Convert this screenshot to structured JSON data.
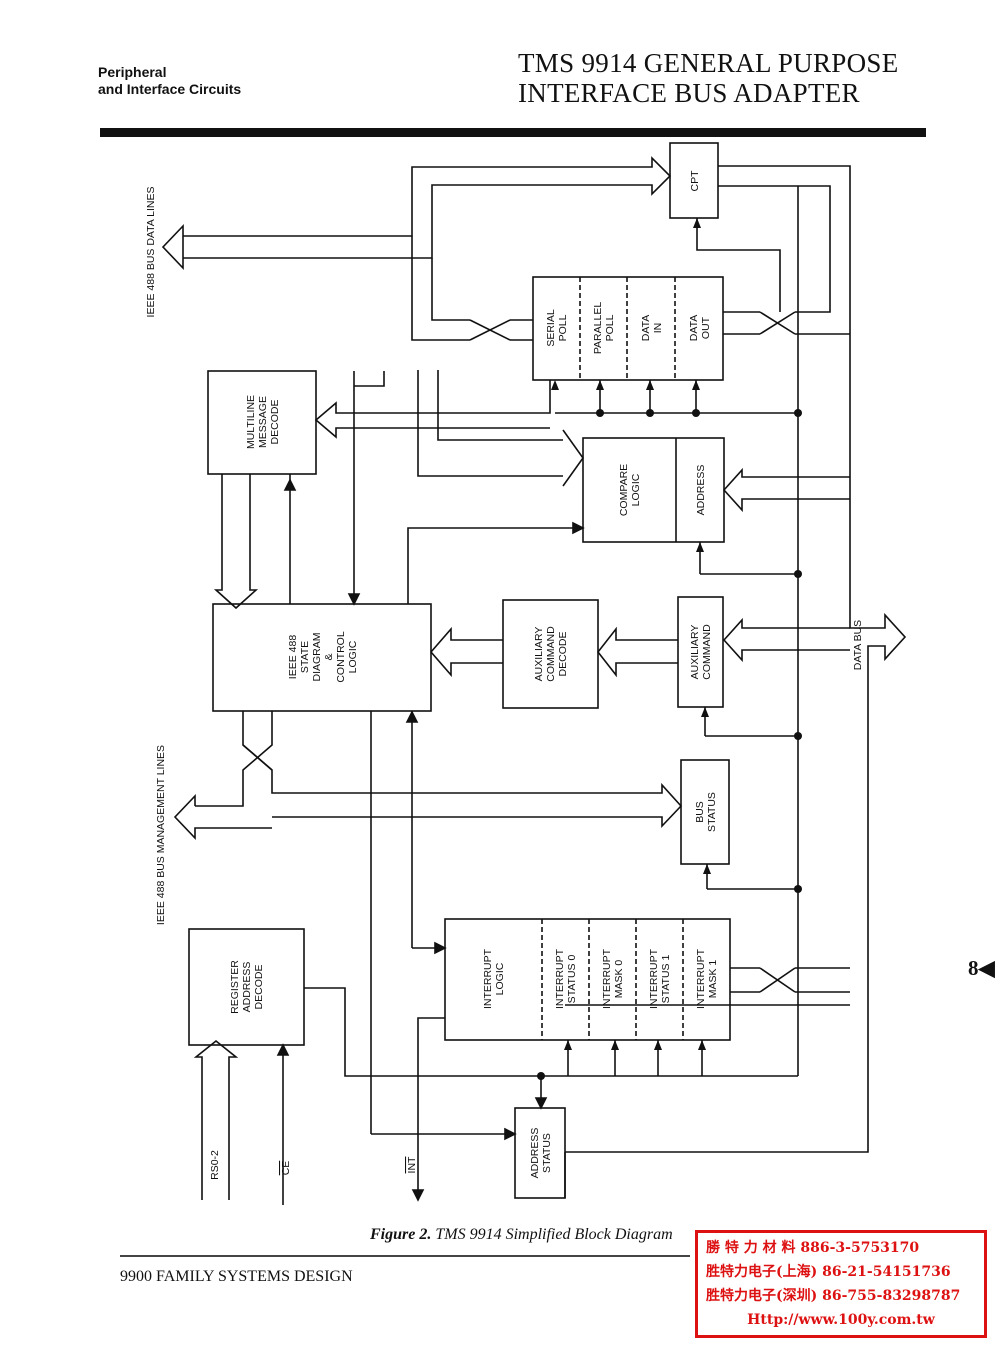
{
  "header": {
    "section_line1": "Peripheral",
    "section_line2": "and Interface Circuits",
    "title_line1": "TMS 9914 GENERAL PURPOSE",
    "title_line2": "INTERFACE BUS ADAPTER"
  },
  "diagram": {
    "bus_data_lines": "IEEE 488 BUS DATA LINES",
    "bus_management_lines": "IEEE 488 BUS MANAGEMENT LINES",
    "data_bus": "DATA BUS",
    "cpt": "CPT",
    "serial_poll": [
      "SERIAL",
      "POLL"
    ],
    "parallel_poll": [
      "PARALLEL",
      "POLL"
    ],
    "data_in": [
      "DATA",
      "IN"
    ],
    "data_out": [
      "DATA",
      "OUT"
    ],
    "multiline_message_decode": [
      "MULTILINE",
      "MESSAGE",
      "DECODE"
    ],
    "compare_logic": [
      "COMPARE",
      "LOGIC"
    ],
    "address": "ADDRESS",
    "state_diagram": [
      "IEEE 488",
      "STATE",
      "DIAGRAM",
      "&",
      "CONTROL",
      "LOGIC"
    ],
    "auxiliary_command_decode": [
      "AUXILIARY",
      "COMMAND",
      "DECODE"
    ],
    "auxiliary_command": [
      "AUXILIARY",
      "COMMAND"
    ],
    "bus_status": [
      "BUS",
      "STATUS"
    ],
    "register_address_decode": [
      "REGISTER",
      "ADDRESS",
      "DECODE"
    ],
    "interrupt_logic": [
      "INTERRUPT",
      "LOGIC"
    ],
    "interrupt_status_0": [
      "INTERRUPT",
      "STATUS 0"
    ],
    "interrupt_mask_0": [
      "INTERRUPT",
      "MASK 0"
    ],
    "interrupt_status_1": [
      "INTERRUPT",
      "STATUS 1"
    ],
    "interrupt_mask_1": [
      "INTERRUPT",
      "MASK 1"
    ],
    "address_status": [
      "ADDRESS",
      "STATUS"
    ],
    "rs": "RS0-2",
    "ce": "CE",
    "int": "INT"
  },
  "caption_figure": "Figure 2.",
  "caption_text": "TMS 9914 Simplified Block Diagram",
  "footer": "9900 FAMILY SYSTEMS DESIGN",
  "page_marker": "8◀",
  "stamp": {
    "line1": "勝 特 力 材 料 886-3-5753170",
    "line2": "胜特力电子(上海) 86-21-54151736",
    "line3": "胜特力电子(深圳) 86-755-83298787",
    "line4": "Http://www.100y.com.tw"
  }
}
